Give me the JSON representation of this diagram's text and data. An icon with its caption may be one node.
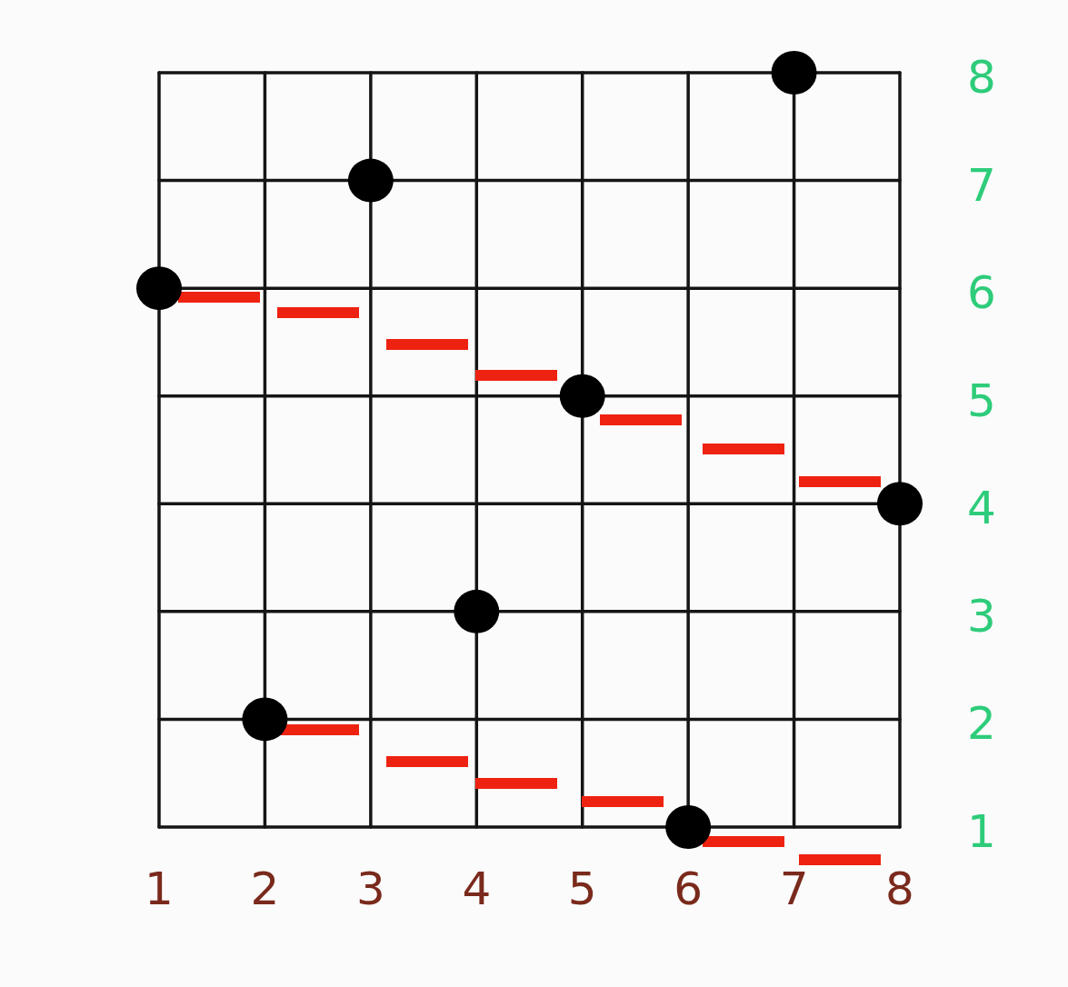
{
  "diagram": {
    "chart_data": {
      "type": "scatter",
      "x": [
        1,
        2,
        3,
        4,
        5,
        6,
        7,
        8
      ],
      "series": [
        {
          "color": "#000000",
          "values": [
            6,
            2,
            7,
            3,
            5,
            1,
            8,
            4
          ]
        }
      ],
      "grid": true,
      "xlim": [
        1,
        8
      ],
      "ylim": [
        1,
        8
      ],
      "xticks": [
        1,
        2,
        3,
        4,
        5,
        6,
        7,
        8
      ],
      "yticks": [
        1,
        2,
        3,
        4,
        5,
        6,
        7,
        8
      ]
    }
  }
}
